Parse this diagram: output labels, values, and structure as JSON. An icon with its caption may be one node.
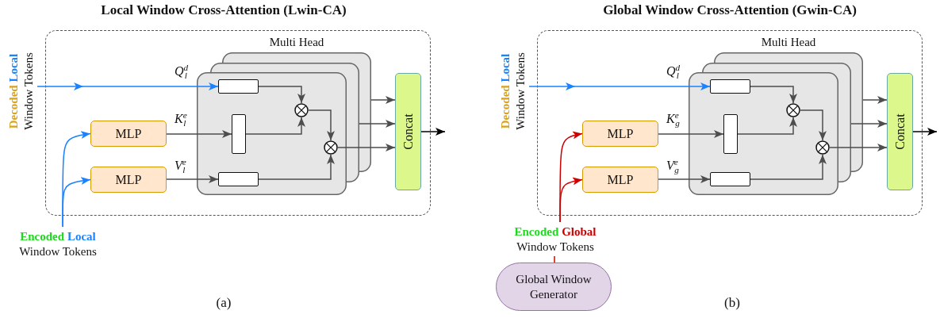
{
  "diagram": {
    "nodes": [
      {
        "text": [],
        "shape": "box"
      },
      {
        "text": [
          "Decoded Local",
          "Window Tokens"
        ]
      },
      {
        "text": [
          "Multi Head"
        ],
        "in": 0
      },
      {
        "text": [],
        "shape": "box",
        "in": 2
      },
      {
        "text": [],
        "shape": "box",
        "in": 2
      },
      {
        "text": [],
        "shape": "box",
        "in": 2
      },
      {
        "text": [],
        "shape": "circle",
        "in": 2
      },
      {
        "text": [],
        "shape": "circle",
        "in": 2
      },
      {
        "text": [
          "MLP"
        ],
        "in": 0
      },
      {
        "text": [
          "MLP"
        ],
        "in": 0
      },
      {
        "text": [
          "Concat"
        ],
        "in": 0
      },
      {
        "text": [
          "Encoded Local",
          "Window Tokens"
        ]
      },
      {
        "text": [],
        "shape": "box"
      },
      {
        "text": [
          "Decoded Local",
          "Window Tokens"
        ]
      },
      {
        "text": [
          "Multi Head"
        ],
        "in": 12
      },
      {
        "text": [],
        "shape": "box",
        "in": 14
      },
      {
        "text": [],
        "shape": "box",
        "in": 14
      },
      {
        "text": [],
        "shape": "box",
        "in": 14
      },
      {
        "text": [],
        "shape": "circle",
        "in": 14
      },
      {
        "text": [],
        "shape": "circle",
        "in": 14
      },
      {
        "text": [
          "MLP"
        ],
        "in": 12
      },
      {
        "text": [
          "MLP"
        ],
        "in": 12
      },
      {
        "text": [
          "Concat"
        ],
        "in": 12
      },
      {
        "text": [
          "Encoded Global",
          "Window Tokens"
        ]
      },
      {
        "text": [
          "Global Window Generator"
        ]
      }
    ],
    "edges": [
      {
        "from": 1,
        "to": 3,
        "arrow": "to",
        "label": "Q$^{d}$$_{l}$",
        "color": "#1a82ff"
      },
      {
        "from": 8,
        "to": 4,
        "arrow": "to",
        "label": "K$^{e}$$_{l}$"
      },
      {
        "from": 9,
        "to": 5,
        "arrow": "to",
        "label": "V$^{e}$$_{l}$"
      },
      {
        "from": 3,
        "to": 6,
        "arrow": "to"
      },
      {
        "from": 4,
        "to": 6,
        "arrow": "to"
      },
      {
        "from": 6,
        "to": 7,
        "arrow": "to"
      },
      {
        "from": 5,
        "to": 7,
        "arrow": "to"
      },
      {
        "from": 2,
        "to": 10,
        "arrow": "to"
      },
      {
        "from": 2,
        "to": 10,
        "arrow": "to"
      },
      {
        "from": 7,
        "to": 10,
        "arrow": "to"
      },
      {
        "from": 10,
        "to": null,
        "arrow": "to",
        "color": "#000000"
      },
      {
        "from": 11,
        "to": 8,
        "arrow": "to",
        "color": "#1a82ff"
      },
      {
        "from": 11,
        "to": 9,
        "arrow": "to",
        "color": "#1a82ff"
      },
      {
        "from": 13,
        "to": 15,
        "arrow": "to",
        "label": "Q$^{d}$$_{l}$",
        "color": "#1a82ff"
      },
      {
        "from": 20,
        "to": 16,
        "arrow": "to",
        "label": "K$^{e}$$_{g}$"
      },
      {
        "from": 21,
        "to": 17,
        "arrow": "to",
        "label": "V$^{e}$$_{g}$"
      },
      {
        "from": 15,
        "to": 18,
        "arrow": "to"
      },
      {
        "from": 16,
        "to": 18,
        "arrow": "to"
      },
      {
        "from": 18,
        "to": 19,
        "arrow": "to"
      },
      {
        "from": 17,
        "to": 19,
        "arrow": "to"
      },
      {
        "from": 14,
        "to": 22,
        "arrow": "to"
      },
      {
        "from": 14,
        "to": 22,
        "arrow": "to"
      },
      {
        "from": 19,
        "to": 22,
        "arrow": "to"
      },
      {
        "from": 22,
        "to": null,
        "arrow": "to",
        "color": "#000000"
      },
      {
        "from": 23,
        "to": 20,
        "arrow": "to",
        "color": "#cc0000"
      },
      {
        "from": 23,
        "to": 21,
        "arrow": "to",
        "color": "#cc0000"
      },
      {
        "from": 24,
        "to": 23,
        "arrow": "none",
        "color": "#cc0000"
      }
    ],
    "labels": [
      "Local Window Cross-Attention (Lwin-CA)",
      "Global Window Cross-Attention (Gwin-CA)",
      "(a)",
      "(b)"
    ]
  }
}
